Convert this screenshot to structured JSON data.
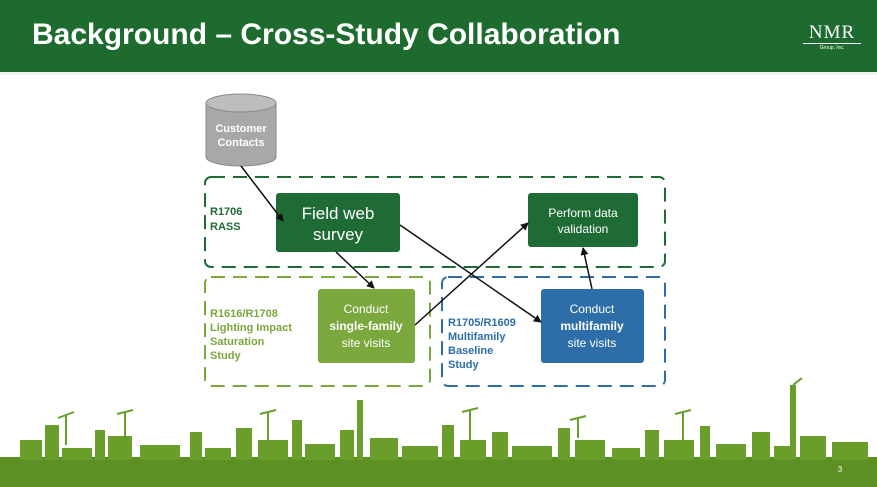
{
  "slide": {
    "title": "Background – Cross-Study Collaboration",
    "logo_text": "NMR",
    "logo_subtext": "Group, Inc.",
    "page_number": "3"
  },
  "diagram": {
    "database": {
      "line1": "Customer",
      "line2": "Contacts"
    },
    "rass_label": {
      "line1": "R1706",
      "line2": "RASS"
    },
    "field_survey": {
      "line1": "Field web",
      "line2": "survey"
    },
    "data_validation": {
      "line1": "Perform data",
      "line2": "validation"
    },
    "lighting_label": {
      "line1": "R1616/R1708",
      "line2": "Lighting Impact",
      "line3": "Saturation",
      "line4": "Study"
    },
    "single_family": {
      "line1": "Conduct",
      "line2": "single-family",
      "line3": "site visits"
    },
    "multifamily_label": {
      "line1": "R1705/R1609",
      "line2": "Multifamily",
      "line3": "Baseline",
      "line4": "Study"
    },
    "multifamily": {
      "line1": "Conduct",
      "line2": "multifamily",
      "line3": "site visits"
    }
  },
  "colors": {
    "header_green": "#1e6b2f",
    "dark_box_green": "#1f6b35",
    "light_box_green": "#7aa83d",
    "blue_box": "#2d6ea8",
    "database_gray": "#a8a8a8",
    "city_green": "#6a9e2a"
  }
}
